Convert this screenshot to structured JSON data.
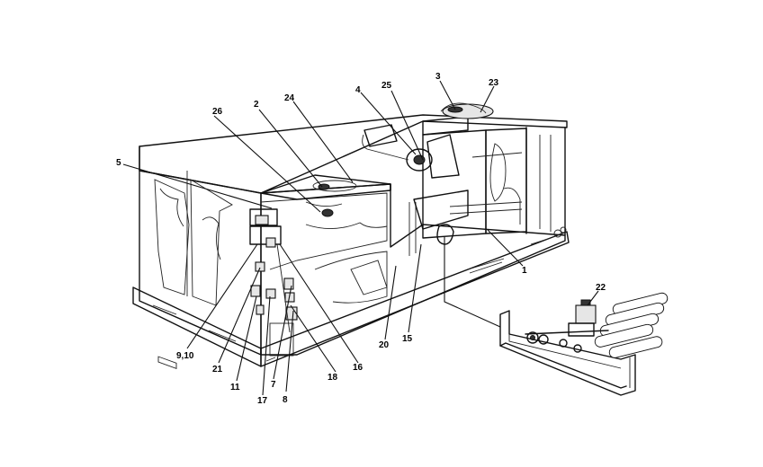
{
  "callouts": [
    {
      "id": "c1",
      "text": "1"
    },
    {
      "id": "c2",
      "text": "2"
    },
    {
      "id": "c3",
      "text": "3"
    },
    {
      "id": "c4",
      "text": "4"
    },
    {
      "id": "c5",
      "text": "5"
    },
    {
      "id": "c7",
      "text": "7"
    },
    {
      "id": "c8",
      "text": "8"
    },
    {
      "id": "c910",
      "text": "9,10"
    },
    {
      "id": "c11",
      "text": "11"
    },
    {
      "id": "c15",
      "text": "15"
    },
    {
      "id": "c16",
      "text": "16"
    },
    {
      "id": "c17",
      "text": "17"
    },
    {
      "id": "c18",
      "text": "18"
    },
    {
      "id": "c20",
      "text": "20"
    },
    {
      "id": "c21",
      "text": "21"
    },
    {
      "id": "c22",
      "text": "22"
    },
    {
      "id": "c23",
      "text": "23"
    },
    {
      "id": "c24",
      "text": "24"
    },
    {
      "id": "c25",
      "text": "25"
    },
    {
      "id": "c26",
      "text": "26"
    }
  ]
}
